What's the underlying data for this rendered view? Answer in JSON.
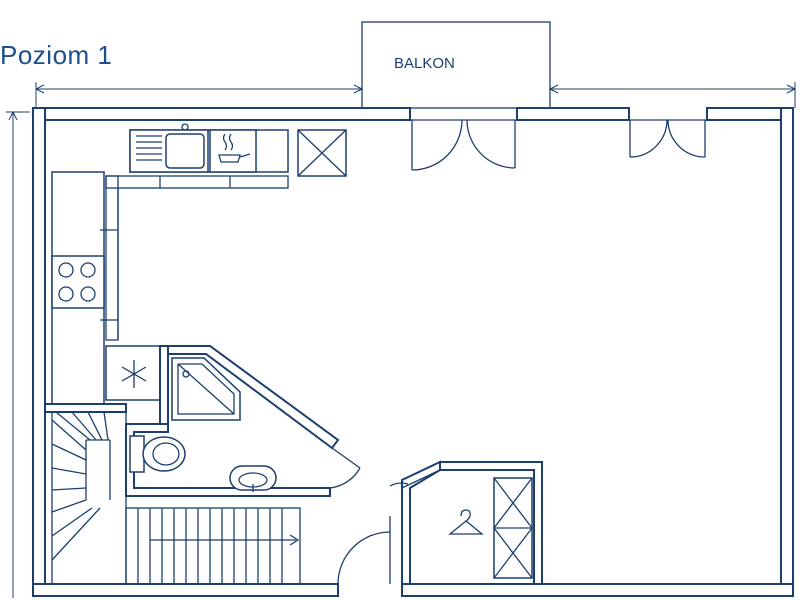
{
  "plan": {
    "title": "Poziom 1",
    "balcony_label": "BALKON"
  },
  "icons": {
    "hanger": "wardrobe-hanger",
    "snowflake": "fridge-snowflake",
    "pan": "stove-pan"
  },
  "colors": {
    "line": "#1d3f6e",
    "title": "#1d4f8a",
    "background": "#ffffff"
  }
}
